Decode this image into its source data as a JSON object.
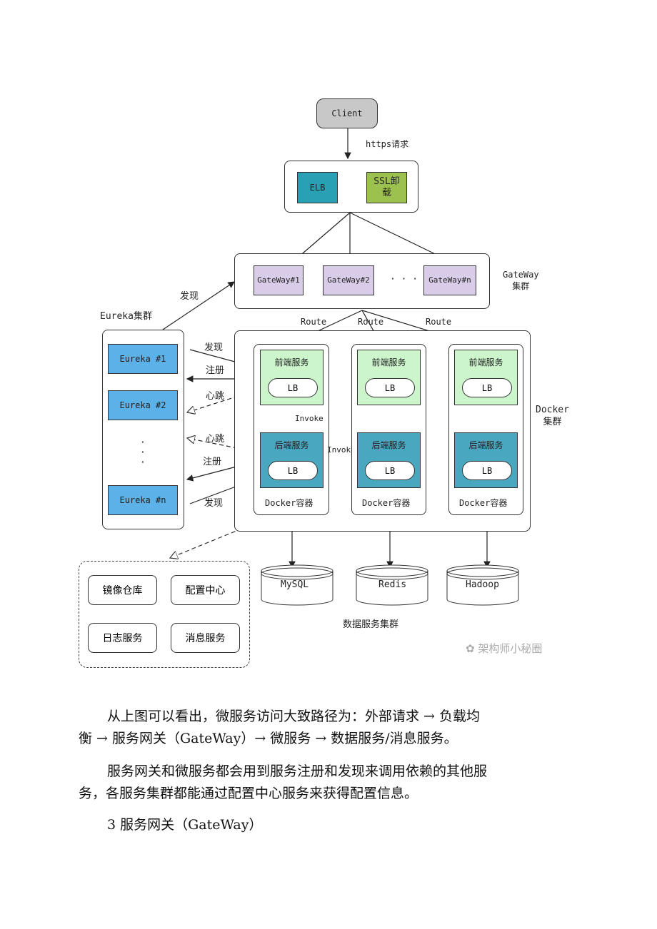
{
  "diagram": {
    "client": "Client",
    "https_label": "https请求",
    "elb": "ELB",
    "ssl_line1": "SSL卸",
    "ssl_line2": "载",
    "gateways": [
      "GateWay#1",
      "GateWay#2",
      "· · ·",
      "GateWay#n"
    ],
    "gateway_cluster_line1": "GateWay",
    "gateway_cluster_line2": "集群",
    "eureka_cluster": "Eureka集群",
    "eureka_nodes": [
      "Eureka #1",
      "Eureka #2",
      "Eureka #n"
    ],
    "eureka_dots": "·\n·\n·",
    "discover": "发现",
    "register": "注册",
    "heartbeat": "心跳",
    "route": "Route",
    "frontend_service": "前端服务",
    "backend_service": "后端服务",
    "lb": "LB",
    "invoke": "Invoke",
    "docker_container": "Docker容器",
    "docker_cluster_line1": "Docker",
    "docker_cluster_line2": "集群",
    "databases": [
      "MySQL",
      "Redis",
      "Hadoop"
    ],
    "data_cluster": "数据服务集群",
    "infra": [
      "镜像仓库",
      "配置中心",
      "日志服务",
      "消息服务"
    ],
    "watermark": "架构师小秘圈",
    "colors": {
      "client": "#c8c8c8",
      "elb": "#2aa0b4",
      "ssl": "#9dc14f",
      "gateway": "#d9cce8",
      "eureka": "#5cb1e8",
      "frontend": "#ccf5cc",
      "backend": "#4aa7c0"
    }
  },
  "text": {
    "p1_line1": "从上图可以看出，微服务访问大致路径为：外部请求 → 负载均",
    "p1_line2": "衡 → 服务网关（GateWay）→ 微服务 → 数据服务/消息服务。",
    "p2_line1": "服务网关和微服务都会用到服务注册和发现来调用依赖的其他服",
    "p2_line2": "务，各服务集群都能通过配置中心服务来获得配置信息。",
    "p3": "3 服务网关（GateWay）"
  }
}
